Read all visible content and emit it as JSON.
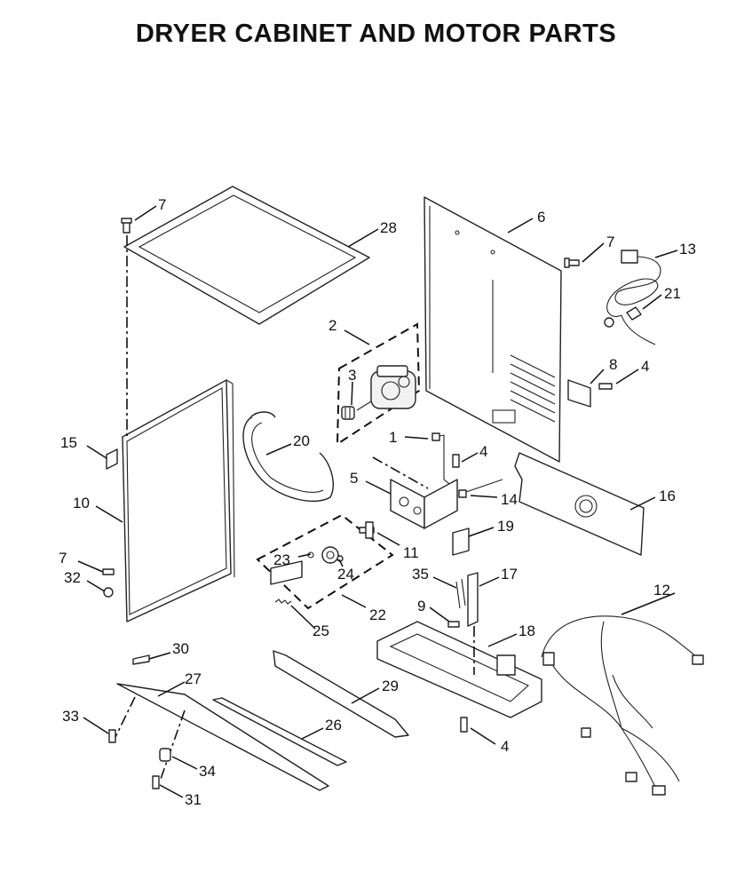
{
  "title": "DRYER CABINET AND MOTOR PARTS",
  "callouts": [
    {
      "id": "c7a",
      "label": "7"
    },
    {
      "id": "c28",
      "label": "28"
    },
    {
      "id": "c6",
      "label": "6"
    },
    {
      "id": "c7b",
      "label": "7"
    },
    {
      "id": "c13",
      "label": "13"
    },
    {
      "id": "c21",
      "label": "21"
    },
    {
      "id": "c2",
      "label": "2"
    },
    {
      "id": "c3",
      "label": "3"
    },
    {
      "id": "c8",
      "label": "8"
    },
    {
      "id": "c4a",
      "label": "4"
    },
    {
      "id": "c1",
      "label": "1"
    },
    {
      "id": "c4b",
      "label": "4"
    },
    {
      "id": "c15",
      "label": "15"
    },
    {
      "id": "c20",
      "label": "20"
    },
    {
      "id": "c5",
      "label": "5"
    },
    {
      "id": "c14",
      "label": "14"
    },
    {
      "id": "c16",
      "label": "16"
    },
    {
      "id": "c10",
      "label": "10"
    },
    {
      "id": "c19",
      "label": "19"
    },
    {
      "id": "c11",
      "label": "11"
    },
    {
      "id": "c7c",
      "label": "7"
    },
    {
      "id": "c23",
      "label": "23"
    },
    {
      "id": "c24",
      "label": "24"
    },
    {
      "id": "c32",
      "label": "32"
    },
    {
      "id": "c35",
      "label": "35"
    },
    {
      "id": "c17",
      "label": "17"
    },
    {
      "id": "c12",
      "label": "12"
    },
    {
      "id": "c22",
      "label": "22"
    },
    {
      "id": "c9",
      "label": "9"
    },
    {
      "id": "c25",
      "label": "25"
    },
    {
      "id": "c18",
      "label": "18"
    },
    {
      "id": "c30",
      "label": "30"
    },
    {
      "id": "c27",
      "label": "27"
    },
    {
      "id": "c29",
      "label": "29"
    },
    {
      "id": "c33",
      "label": "33"
    },
    {
      "id": "c26",
      "label": "26"
    },
    {
      "id": "c4c",
      "label": "4"
    },
    {
      "id": "c34",
      "label": "34"
    },
    {
      "id": "c31",
      "label": "31"
    }
  ]
}
